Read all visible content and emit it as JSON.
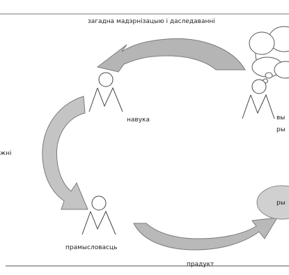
{
  "labels": {
    "top_caption": "загадна мадэрнізацыю і даследаванні",
    "science": "навука",
    "consumer_partial": "вы",
    "consumer_partial_2": "ры",
    "left_partial": "жні",
    "industrialist": "прамысловасць",
    "product": "прадукт",
    "market_partial": "ры"
  },
  "colors": {
    "arrow_dark": "#a9a9a9",
    "arrow_light": "#d4d4d4",
    "outline": "#8a8a8a",
    "stroke": "#555555"
  }
}
